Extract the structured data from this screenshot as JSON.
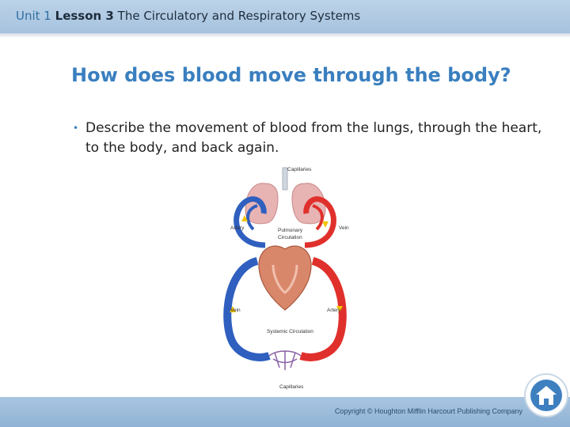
{
  "header": {
    "unit": "Unit 1",
    "lesson": "Lesson 3",
    "topic": "The Circulatory and Respiratory Systems"
  },
  "slide": {
    "heading": "How does blood move through the body?",
    "bullet": "Describe the movement of blood from the lungs, through the heart, to the body, and back again."
  },
  "diagram": {
    "labels": {
      "capillaries_top": "Capillaries",
      "artery_left": "Artery",
      "vein_right": "Vein",
      "pulmonary": "Pulmonary",
      "circulation": "Circulation",
      "vein_left": "Vein",
      "artery_right": "Artery",
      "systemic": "Systemic Circulation",
      "capillaries_bottom": "Capillaries"
    }
  },
  "footer": {
    "copyright": "Copyright © Houghton Mifflin Harcourt Publishing Company"
  },
  "colors": {
    "accent": "#3a7fbf",
    "artery_red": "#e0302c",
    "vein_blue": "#2f5fbf"
  },
  "icons": {
    "home": "home-icon"
  }
}
